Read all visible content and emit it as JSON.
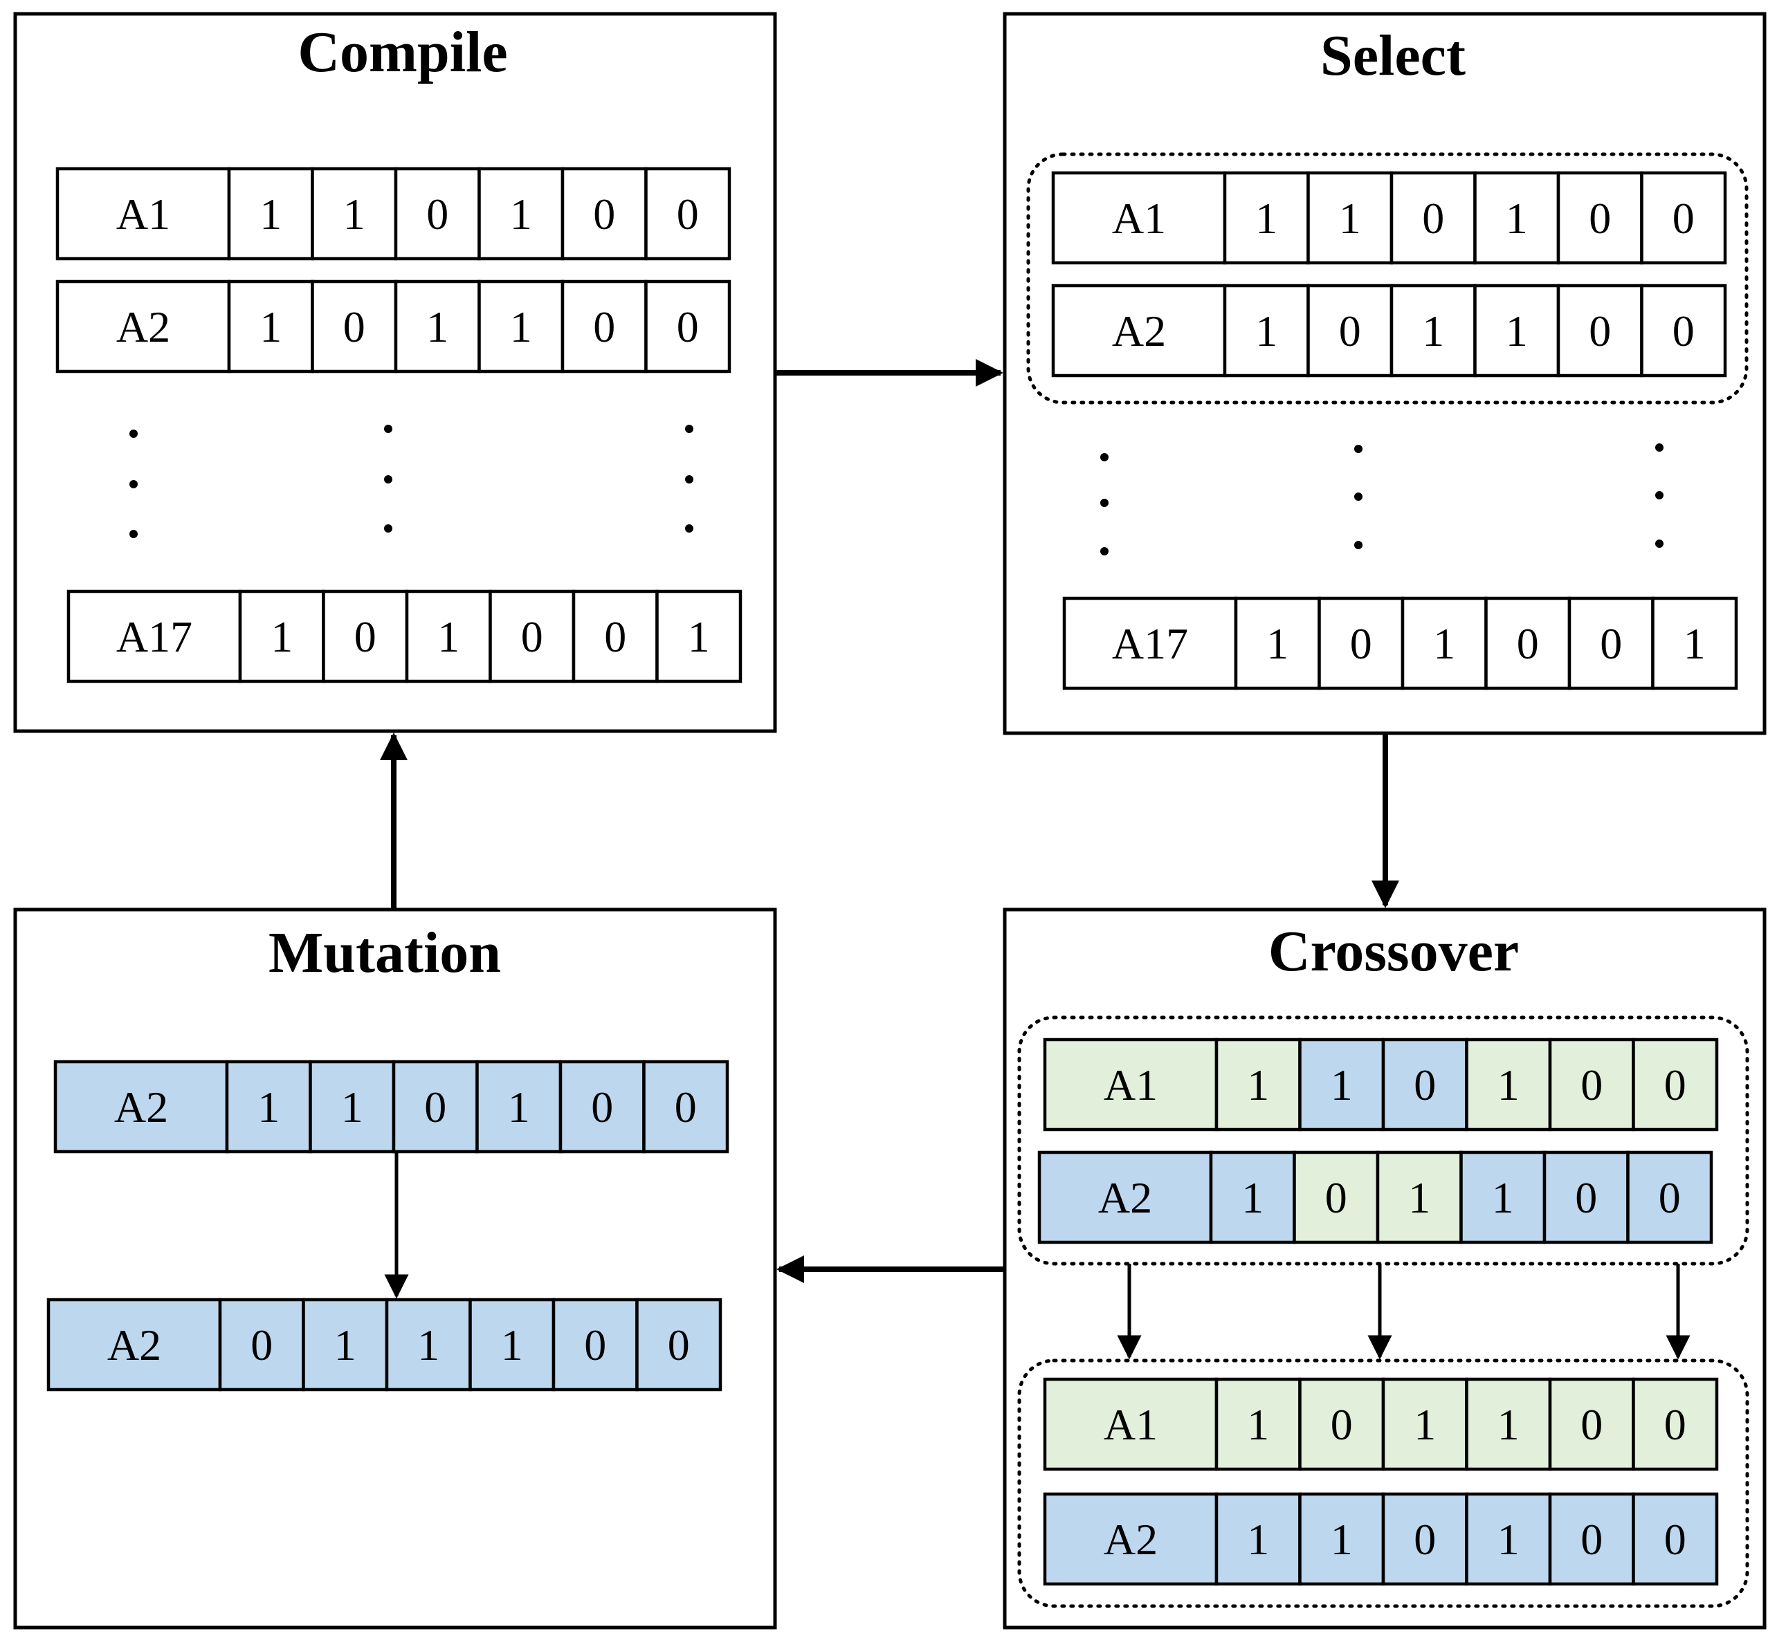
{
  "colors": {
    "green": "#e2efda",
    "blue": "#bdd7ee",
    "white": "#ffffff",
    "mutated_text": "#ff0000",
    "normal_text": "#000000"
  },
  "compile": {
    "title": "Compile",
    "rows": [
      {
        "label": "A1",
        "bits": [
          "1",
          "1",
          "0",
          "1",
          "0",
          "0"
        ]
      },
      {
        "label": "A2",
        "bits": [
          "1",
          "0",
          "1",
          "1",
          "0",
          "0"
        ]
      },
      {
        "label": "A17",
        "bits": [
          "1",
          "0",
          "1",
          "0",
          "0",
          "1"
        ]
      }
    ]
  },
  "select": {
    "title": "Select",
    "rows": [
      {
        "label": "A1",
        "bits": [
          "1",
          "1",
          "0",
          "1",
          "0",
          "0"
        ]
      },
      {
        "label": "A2",
        "bits": [
          "1",
          "0",
          "1",
          "1",
          "0",
          "0"
        ]
      },
      {
        "label": "A17",
        "bits": [
          "1",
          "0",
          "1",
          "0",
          "0",
          "1"
        ]
      }
    ]
  },
  "crossover": {
    "title": "Crossover",
    "parents": [
      {
        "label": "A1",
        "label_color": "green",
        "bits": [
          "1",
          "1",
          "0",
          "1",
          "0",
          "0"
        ],
        "bit_colors": [
          "green",
          "blue",
          "blue",
          "green",
          "green",
          "green"
        ]
      },
      {
        "label": "A2",
        "label_color": "blue",
        "bits": [
          "1",
          "0",
          "1",
          "1",
          "0",
          "0"
        ],
        "bit_colors": [
          "blue",
          "green",
          "green",
          "blue",
          "blue",
          "blue"
        ]
      }
    ],
    "children": [
      {
        "label": "A1",
        "label_color": "green",
        "bits": [
          "1",
          "0",
          "1",
          "1",
          "0",
          "0"
        ],
        "bit_colors": [
          "green",
          "green",
          "green",
          "green",
          "green",
          "green"
        ]
      },
      {
        "label": "A2",
        "label_color": "blue",
        "bits": [
          "1",
          "1",
          "0",
          "1",
          "0",
          "0"
        ],
        "bit_colors": [
          "blue",
          "blue",
          "blue",
          "blue",
          "blue",
          "blue"
        ]
      }
    ]
  },
  "mutation": {
    "title": "Mutation",
    "before": {
      "label": "A2",
      "bits": [
        "1",
        "1",
        "0",
        "1",
        "0",
        "0"
      ],
      "mutated": [
        true,
        false,
        true,
        false,
        false,
        false
      ]
    },
    "after": {
      "label": "A2",
      "bits": [
        "0",
        "1",
        "1",
        "1",
        "0",
        "0"
      ],
      "mutated": [
        true,
        false,
        true,
        false,
        false,
        false
      ]
    }
  }
}
